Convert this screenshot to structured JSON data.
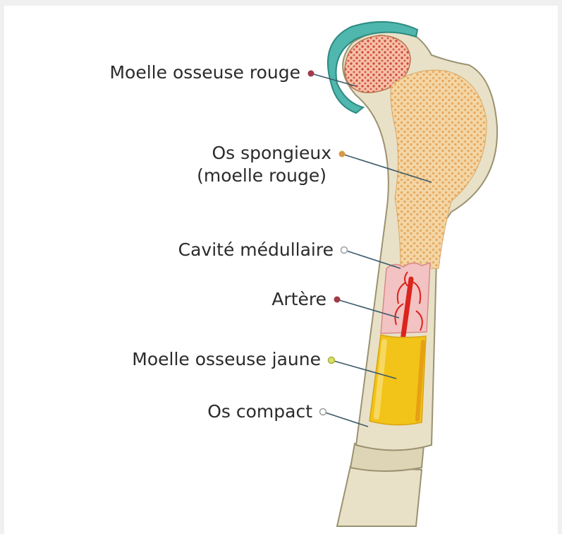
{
  "diagram": {
    "labels": {
      "red_marrow": "Moelle osseuse rouge",
      "spongy_line1": "Os spongieux",
      "spongy_line2": "(moelle rouge)",
      "medullary": "Cavité médullaire",
      "artery": "Artère",
      "yellow_marrow": "Moelle osseuse jaune",
      "compact": "Os compact"
    },
    "colors": {
      "bone": "#e8e1c8",
      "bone_outline": "#9a9270",
      "spongy": "#f0c58e",
      "red_marrow": "#cf4d3e",
      "cartilage": "#4fb7ad",
      "medullary": "#f3c2c2",
      "artery": "#d9251d",
      "yellow_marrow": "#f2c318",
      "dot_red": "#a33a4a",
      "dot_orange": "#d59a4a",
      "dot_gray": "#9e9e9e",
      "dot_olive": "#a5b53a",
      "leader": "#3c5a6a"
    }
  }
}
